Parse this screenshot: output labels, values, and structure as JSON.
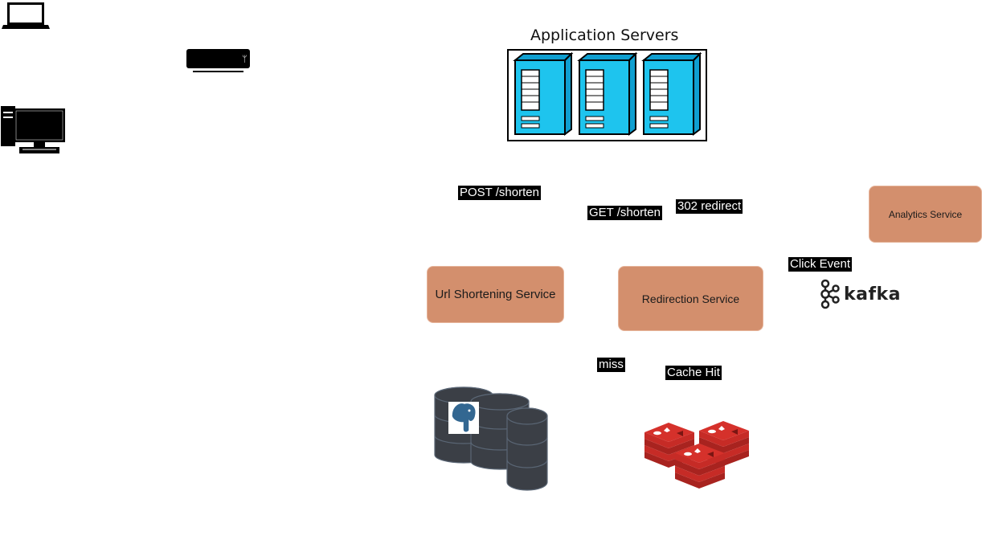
{
  "diagram": {
    "servers_title": "Application Servers",
    "services": {
      "url_shortening": "Url Shortening Service",
      "redirection": "Redirection Service",
      "analytics": "Analytics Service"
    },
    "edges": {
      "post_shorten": "POST /shorten",
      "get_shorten": "GET /shorten",
      "redirect_302": "302 redirect",
      "click_event": "Click Event",
      "miss": "miss",
      "cache_hit": "Cache Hit"
    },
    "kafka_label": "kafka",
    "colors": {
      "service_fill": "#d38f6d",
      "server_fill": "#1ec4ee",
      "db_fill": "#3b3f46",
      "redis_fill": "#d5312b",
      "label_bg": "#000000",
      "label_fg": "#ffffff"
    },
    "icons": [
      "laptop-icon",
      "set-top-box-icon",
      "desktop-computer-icon",
      "application-server-icon",
      "postgresql-database-icon",
      "redis-cache-icon",
      "kafka-icon"
    ]
  }
}
